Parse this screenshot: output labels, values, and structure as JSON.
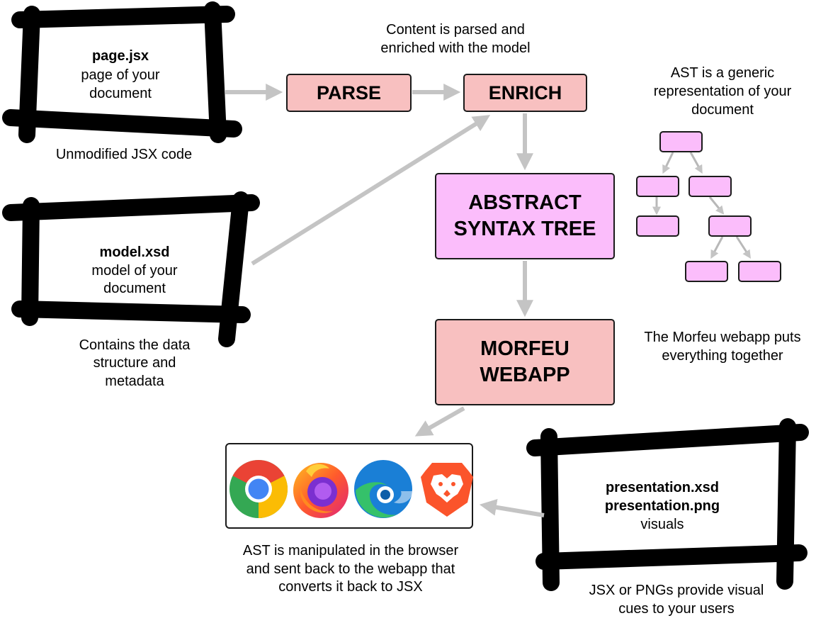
{
  "diagram": {
    "pagejsx": {
      "name": "page.jsx",
      "line2": "page of your",
      "line3": "document",
      "caption": "Unmodified JSX code"
    },
    "modelxsd": {
      "name": "model.xsd",
      "line2": "model of your",
      "line3": "document",
      "caption_lines": [
        "Contains the data",
        "structure and",
        "metadata"
      ]
    },
    "presentation": {
      "name1": "presentation.xsd",
      "name2": "presentation.png",
      "line3": "visuals",
      "caption_lines": [
        "JSX or PNGs provide visual",
        "cues to your users"
      ]
    },
    "parse": "PARSE",
    "enrich": "ENRICH",
    "enrich_note": [
      "Content is parsed and",
      "enriched with the model"
    ],
    "ast": [
      "ABSTRACT",
      "SYNTAX TREE"
    ],
    "ast_note": [
      "AST is a generic",
      "representation of your",
      "document"
    ],
    "webapp": [
      "MORFEU",
      "WEBAPP"
    ],
    "webapp_note": [
      "The Morfeu webapp puts",
      "everything together"
    ],
    "browser_note": [
      "AST is manipulated in the",
      "browser",
      "and sent back to the webapp that",
      "converts it back to JSX"
    ],
    "browsers": [
      "chrome-icon",
      "firefox-icon",
      "edge-icon",
      "brave-icon"
    ],
    "colors": {
      "step": "#f8c0c0",
      "ast": "#fbbdfb",
      "arrow": "#c4c4c4",
      "frame": "#000000"
    }
  }
}
